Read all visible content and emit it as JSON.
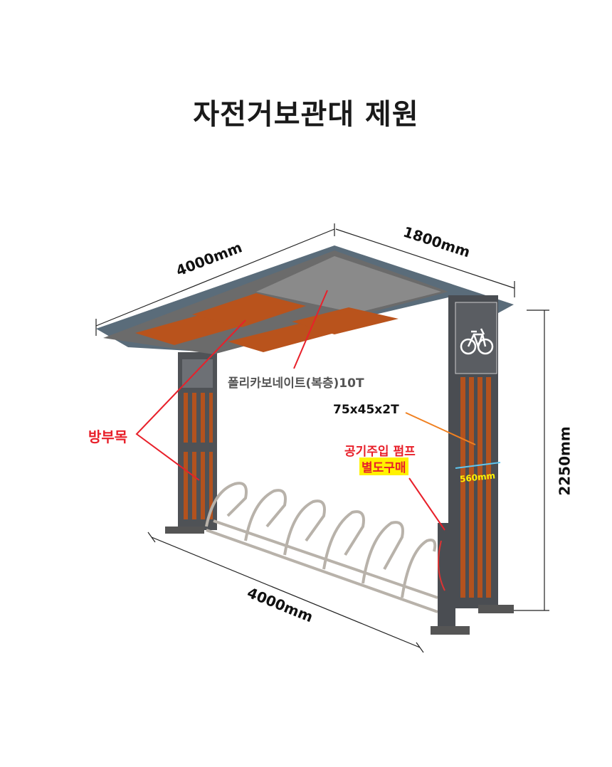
{
  "title": "자전거보관대 제원",
  "dimensions": {
    "roof_length": "4000mm",
    "roof_depth": "1800mm",
    "height": "2250mm",
    "base_length": "4000mm",
    "panel_width": "560mm"
  },
  "labels": {
    "wood": "방부목",
    "roof_material": "폴리카보네이트(복층)10T",
    "frame_spec": "75x45x2T",
    "pump": "공기주입 펌프",
    "pump_note": "별도구매"
  },
  "colors": {
    "callout_red": "#e8202a",
    "callout_orange": "#f08020",
    "highlight_yellow": "#fff200",
    "dim_blue": "#5fc6f0",
    "frame": "#4a4d52",
    "wood": "#b3521e"
  }
}
